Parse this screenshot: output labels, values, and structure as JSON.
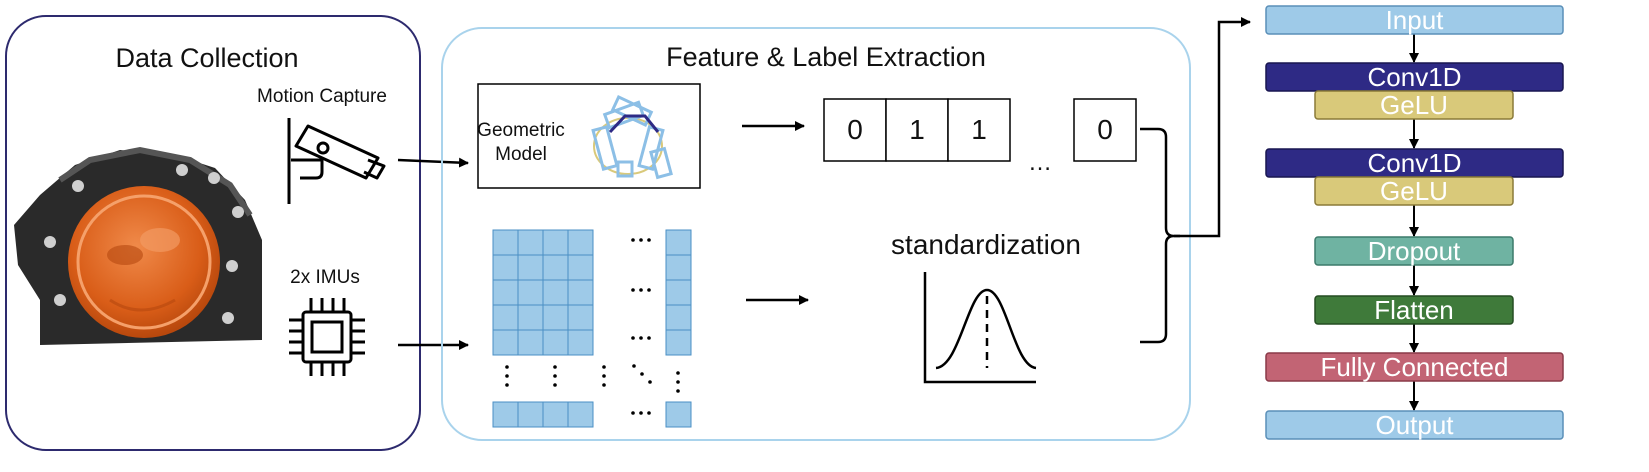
{
  "data_collection": {
    "title": "Data Collection",
    "motion_capture_label": "Motion Capture",
    "imu_label": "2x IMUs"
  },
  "feature_extraction": {
    "title": "Feature & Label Extraction",
    "geometric_model_line1": "Geometric",
    "geometric_model_line2": "Model",
    "label_cells": [
      "0",
      "1",
      "1",
      "0"
    ],
    "ellipsis": "…",
    "standardization_label": "standardization"
  },
  "network": {
    "layers": [
      {
        "label": "Input",
        "fill": "#9ecae8",
        "text_color": "#ffffff"
      },
      {
        "label": "Conv1D",
        "fill": "#2e2a85",
        "text_color": "#ffffff"
      },
      {
        "label": "GeLU",
        "fill": "#d9c97a",
        "text_color": "#ffffff"
      },
      {
        "label": "Conv1D",
        "fill": "#2e2a85",
        "text_color": "#ffffff"
      },
      {
        "label": "GeLU",
        "fill": "#d9c97a",
        "text_color": "#ffffff"
      },
      {
        "label": "Dropout",
        "fill": "#6fb3a2",
        "text_color": "#ffffff"
      },
      {
        "label": "Flatten",
        "fill": "#3f7a3a",
        "text_color": "#ffffff"
      },
      {
        "label": "Fully Connected",
        "fill": "#c26474",
        "text_color": "#ffffff"
      },
      {
        "label": "Output",
        "fill": "#9ecae8",
        "text_color": "#ffffff"
      }
    ]
  },
  "colors": {
    "data_collection_border": "#2d2a6e",
    "feature_panel_border": "#a9d3ec",
    "matrix_cell": "#9ecae8",
    "matrix_border": "#4a8fc4",
    "device_orange": "#e0661c"
  }
}
